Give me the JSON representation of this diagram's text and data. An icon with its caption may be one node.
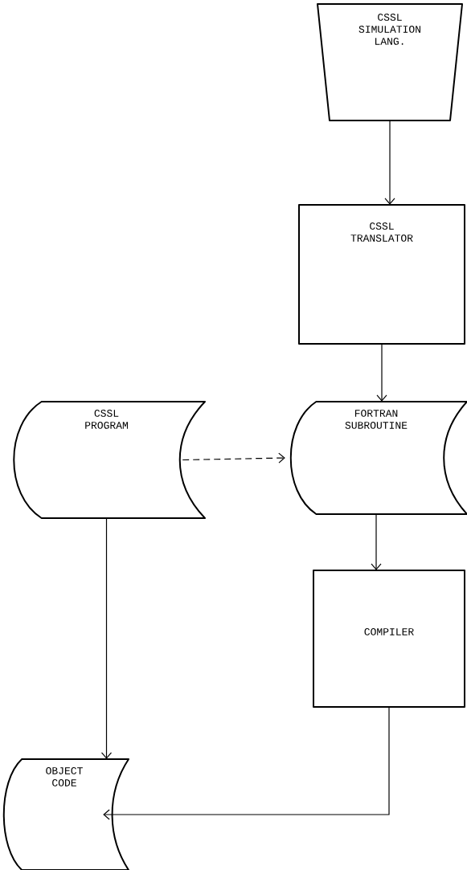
{
  "diagram": {
    "nodes": [
      {
        "text": [
          "CSSL SIMULATION LANG."
        ]
      },
      {
        "text": [
          "CSSL TRANSLATOR"
        ]
      },
      {
        "text": [
          "FORTRAN SUBROUTINE"
        ]
      },
      {
        "text": [
          "CSSL PROGRAM"
        ]
      },
      {
        "text": [
          "COMPILER"
        ]
      },
      {
        "text": [
          "OBJECT CODE"
        ]
      }
    ],
    "edges": [
      {
        "from": 0,
        "to": 1,
        "arrow": "to"
      },
      {
        "from": 1,
        "to": 2,
        "arrow": "to"
      },
      {
        "from": 3,
        "to": 2,
        "arrow": "to",
        "style": "dashed"
      },
      {
        "from": 2,
        "to": 4,
        "arrow": "to"
      },
      {
        "from": 3,
        "to": 5,
        "arrow": "to"
      },
      {
        "from": 4,
        "to": 5,
        "arrow": "to"
      }
    ]
  }
}
